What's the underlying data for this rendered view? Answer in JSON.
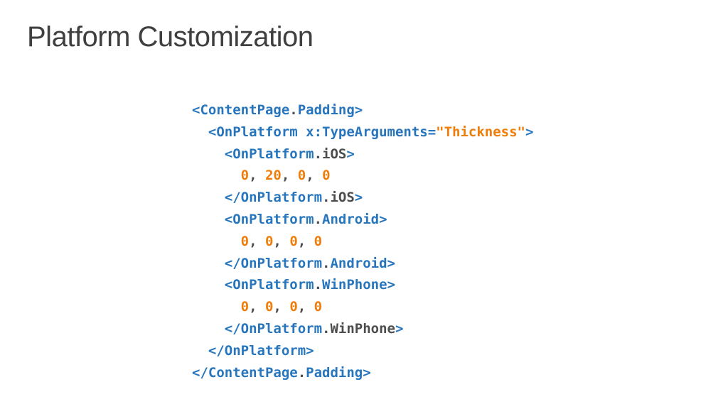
{
  "slide": {
    "title": "Platform Customization"
  },
  "colors": {
    "background": "#FFFFFF",
    "title_gray": "#3F3F3F",
    "tag_blue": "#2776BD",
    "value_orange": "#F07D0A",
    "plain_dark": "#4C4C4C"
  },
  "code": {
    "language": "xaml",
    "lines": [
      {
        "indent": 0,
        "segments": [
          {
            "t": "<ContentPage",
            "c": "blue"
          },
          {
            "t": ".",
            "c": "dark"
          },
          {
            "t": "Padding>",
            "c": "blue"
          }
        ]
      },
      {
        "indent": 2,
        "segments": [
          {
            "t": "<OnPlatform x:TypeArguments=",
            "c": "blue"
          },
          {
            "t": "\"Thickness\"",
            "c": "orange"
          },
          {
            "t": ">",
            "c": "blue"
          }
        ]
      },
      {
        "indent": 4,
        "segments": [
          {
            "t": "<OnPlatform",
            "c": "blue"
          },
          {
            "t": ".iOS",
            "c": "dark"
          },
          {
            "t": ">",
            "c": "blue"
          }
        ]
      },
      {
        "indent": 6,
        "segments": [
          {
            "t": "0",
            "c": "orange"
          },
          {
            "t": ", ",
            "c": "dark"
          },
          {
            "t": "20",
            "c": "orange"
          },
          {
            "t": ", ",
            "c": "dark"
          },
          {
            "t": "0",
            "c": "orange"
          },
          {
            "t": ", ",
            "c": "dark"
          },
          {
            "t": "0",
            "c": "orange"
          }
        ]
      },
      {
        "indent": 4,
        "segments": [
          {
            "t": "</OnPlatform",
            "c": "blue"
          },
          {
            "t": ".iOS",
            "c": "dark"
          },
          {
            "t": ">",
            "c": "blue"
          }
        ]
      },
      {
        "indent": 4,
        "segments": [
          {
            "t": "<OnPlatform",
            "c": "blue"
          },
          {
            "t": ".",
            "c": "dark"
          },
          {
            "t": "Android>",
            "c": "blue"
          }
        ]
      },
      {
        "indent": 6,
        "segments": [
          {
            "t": "0",
            "c": "orange"
          },
          {
            "t": ", ",
            "c": "dark"
          },
          {
            "t": "0",
            "c": "orange"
          },
          {
            "t": ", ",
            "c": "dark"
          },
          {
            "t": "0",
            "c": "orange"
          },
          {
            "t": ", ",
            "c": "dark"
          },
          {
            "t": "0",
            "c": "orange"
          }
        ]
      },
      {
        "indent": 4,
        "segments": [
          {
            "t": "</OnPlatform",
            "c": "blue"
          },
          {
            "t": ".",
            "c": "dark"
          },
          {
            "t": "Android>",
            "c": "blue"
          }
        ]
      },
      {
        "indent": 4,
        "segments": [
          {
            "t": "<OnPlatform",
            "c": "blue"
          },
          {
            "t": ".",
            "c": "dark"
          },
          {
            "t": "WinPhone>",
            "c": "blue"
          }
        ]
      },
      {
        "indent": 6,
        "segments": [
          {
            "t": "0",
            "c": "orange"
          },
          {
            "t": ", ",
            "c": "dark"
          },
          {
            "t": "0",
            "c": "orange"
          },
          {
            "t": ", ",
            "c": "dark"
          },
          {
            "t": "0",
            "c": "orange"
          },
          {
            "t": ", ",
            "c": "dark"
          },
          {
            "t": "0",
            "c": "orange"
          }
        ]
      },
      {
        "indent": 4,
        "segments": [
          {
            "t": "</OnPlatform",
            "c": "blue"
          },
          {
            "t": ".WinPhone",
            "c": "dark"
          },
          {
            "t": ">",
            "c": "blue"
          }
        ]
      },
      {
        "indent": 2,
        "segments": [
          {
            "t": "</OnPlatform>",
            "c": "blue"
          }
        ]
      },
      {
        "indent": 0,
        "segments": [
          {
            "t": "</ContentPage",
            "c": "blue"
          },
          {
            "t": ".",
            "c": "dark"
          },
          {
            "t": "Padding>",
            "c": "blue"
          }
        ]
      }
    ]
  }
}
